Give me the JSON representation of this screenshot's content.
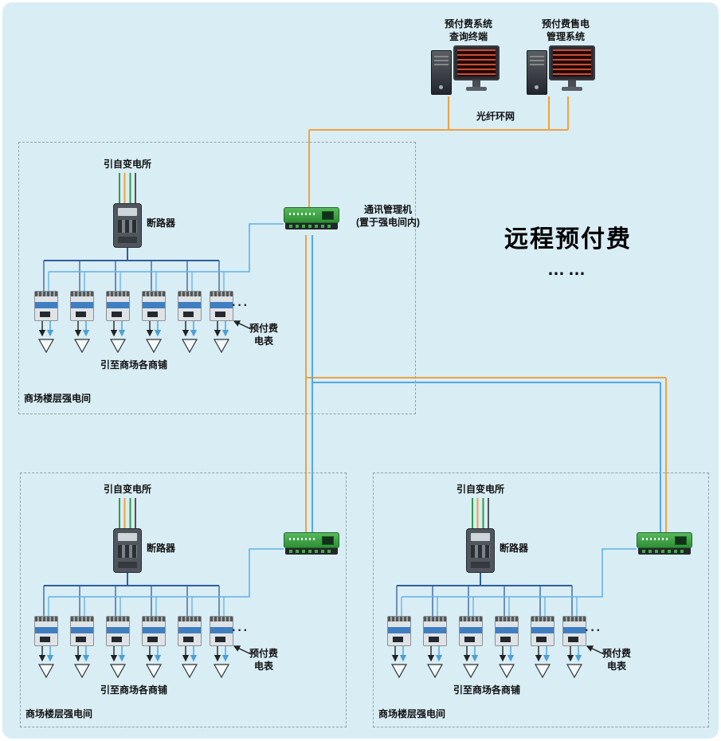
{
  "title": {
    "remote": "远程预付费",
    "dots": "……"
  },
  "top": {
    "terminal_query": "预付费系统\n查询终端",
    "terminal_sales": "预付费售电\n管理系统",
    "fiber_ring": "光纤环网"
  },
  "comm_manager_label": "通讯管理机\n(置于强电间内)",
  "rooms": [
    {
      "source": "引自变电所",
      "breaker": "断路器",
      "meter": "预付费\n电表",
      "shops": "引至商场各商铺",
      "name": "商场楼层强电间",
      "more": "···"
    },
    {
      "source": "引自变电所",
      "breaker": "断路器",
      "meter": "预付费\n电表",
      "shops": "引至商场各商铺",
      "name": "商场楼层强电间",
      "more": "···"
    },
    {
      "source": "引自变电所",
      "breaker": "断路器",
      "meter": "预付费\n电表",
      "shops": "引至商场各商铺",
      "name": "商场楼层强电间",
      "more": "···"
    }
  ],
  "colors": {
    "background": "#d9edf5",
    "network_orange": "#f0a23c",
    "trunk_blue": "#58a7dc",
    "power_bus_blue": "#2c5f9e",
    "comm_bus_blue": "#63b1e5",
    "device_green": "#2f8f36",
    "phase_green": "#2f9e44"
  }
}
